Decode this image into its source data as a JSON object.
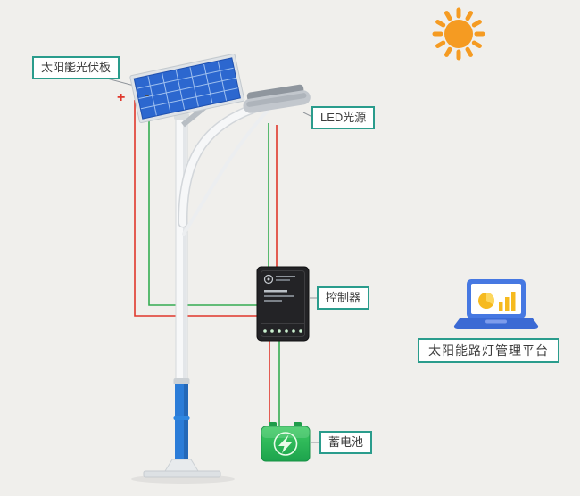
{
  "canvas": {
    "background": "#f0efec"
  },
  "labels": {
    "solar_panel": "太阳能光伏板",
    "led": "LED光源",
    "controller": "控制器",
    "platform": "太阳能路灯管理平台",
    "battery": "蓄电池"
  },
  "marks": {
    "positive": "+",
    "negative": "-"
  },
  "colors": {
    "label_border": "#2a9c8c",
    "wire_positive": "#e0372b",
    "wire_negative": "#34ac52",
    "sun": "#f59b22",
    "panel_blue": "#2c67cf",
    "pole_blue": "#2b7cd8",
    "battery_green": "#2eb85c",
    "controller_black": "#232326",
    "laptop_blue": "#4678e2"
  }
}
